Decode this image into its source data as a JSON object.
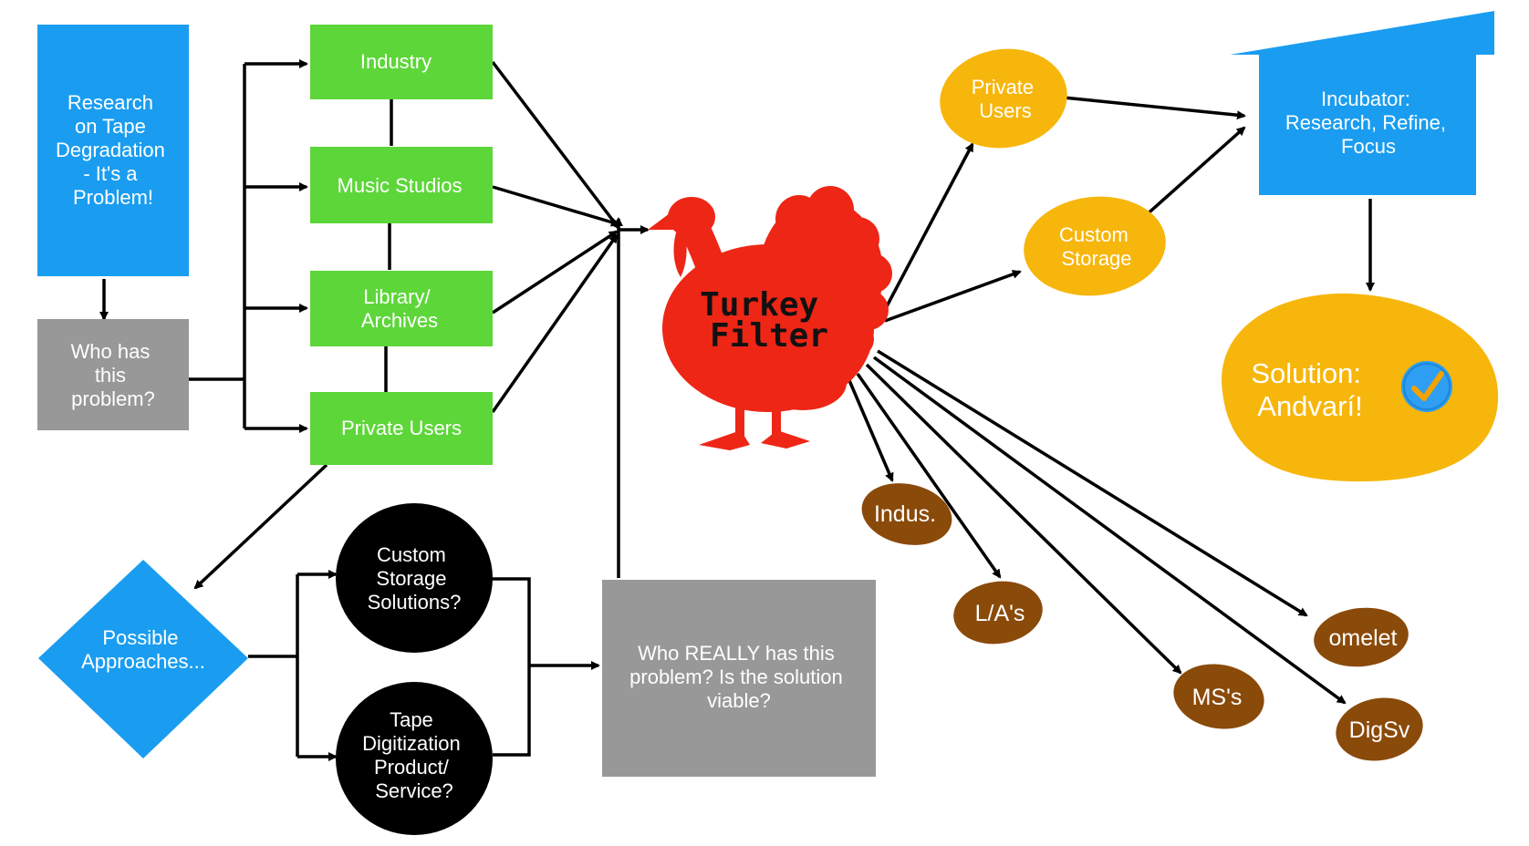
{
  "colors": {
    "blue": "#1a9df0",
    "green": "#5dd639",
    "gray": "#989898",
    "black": "#000000",
    "yellow": "#f7b60c",
    "brown": "#8a4a0a",
    "turkey_red": "#ee2616",
    "check_blue": "#2a9ef2",
    "check_orange": "#f3a200"
  },
  "nodes": {
    "research": {
      "lines": [
        "Research",
        "on Tape",
        "Degradation",
        "- It's a",
        "Problem!"
      ]
    },
    "who_has": {
      "lines": [
        "Who has",
        "this",
        "problem?"
      ]
    },
    "industry": {
      "lines": [
        "Industry"
      ]
    },
    "music": {
      "lines": [
        "Music Studios"
      ]
    },
    "library": {
      "lines": [
        "Library/",
        "Archives"
      ]
    },
    "private_green": {
      "lines": [
        "Private Users"
      ]
    },
    "approaches": {
      "lines": [
        "Possible",
        "Approaches..."
      ]
    },
    "custom_storage_sol": {
      "lines": [
        "Custom",
        "Storage",
        "Solutions?"
      ]
    },
    "tape_digit": {
      "lines": [
        "Tape",
        "Digitization",
        "Product/",
        "Service?"
      ]
    },
    "who_really": {
      "lines": [
        "Who REALLY has this",
        "problem? Is the solution",
        "viable?"
      ]
    },
    "turkey": {
      "lines": [
        "Turkey",
        "Filter"
      ],
      "icon": "turkey-icon"
    },
    "private_yellow": {
      "lines": [
        "Private",
        "Users"
      ]
    },
    "custom_yellow": {
      "lines": [
        "Custom",
        "Storage"
      ]
    },
    "incubator": {
      "lines": [
        "Incubator:",
        "Research, Refine,",
        "Focus"
      ]
    },
    "solution": {
      "lines": [
        "Solution:",
        "Andvarí!"
      ],
      "icon": "checkmark-badge-icon"
    },
    "indus": {
      "lines": [
        "Indus."
      ]
    },
    "la": {
      "lines": [
        "L/A's"
      ]
    },
    "ms": {
      "lines": [
        "MS's"
      ]
    },
    "omelet": {
      "lines": [
        "omelet"
      ]
    },
    "digsv": {
      "lines": [
        "DigSv"
      ]
    }
  }
}
